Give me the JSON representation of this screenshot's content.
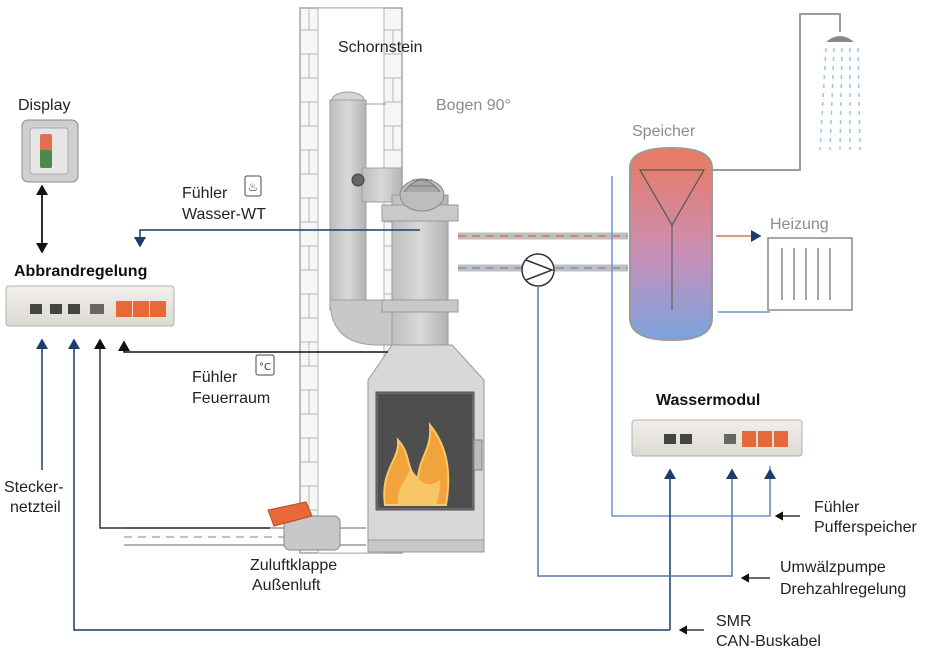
{
  "labels": {
    "schornstein": "Schornstein",
    "bogen": "Bogen 90°",
    "speicher": "Speicher",
    "heizung": "Heizung",
    "display": "Display",
    "abbrandregelung": "Abbrandregelung",
    "fuehler_wasser_wt_1": "Fühler",
    "fuehler_wasser_wt_2": "Wasser-WT",
    "fuehler_feuerraum_1": "Fühler",
    "fuehler_feuerraum_2": "Feuerraum",
    "wassermodul": "Wassermodul",
    "steckernetzteil_1": "Stecker-",
    "steckernetzteil_2": "netzteil",
    "zuluftklappe_1": "Zuluftklappe",
    "zuluftklappe_2": "Außenluft",
    "fuehler_puffer_1": "Fühler",
    "fuehler_puffer_2": "Pufferspeicher",
    "pumpe_1": "Umwälzpumpe",
    "pumpe_2": "Drehzahlregelung",
    "smr_1": "SMR",
    "smr_2": "CAN-Buskabel"
  },
  "sensor_glyphs": {
    "water_sensor": "♨",
    "fire_sensor": "°C"
  },
  "colors": {
    "signal_line": "#1c3c6e",
    "pipe_hot": "#e07050",
    "pipe_cold": "#6f95c8",
    "lines_gray": "#9a9a9a",
    "module_orange": "#e8683a",
    "flame": "#f2a33c"
  }
}
